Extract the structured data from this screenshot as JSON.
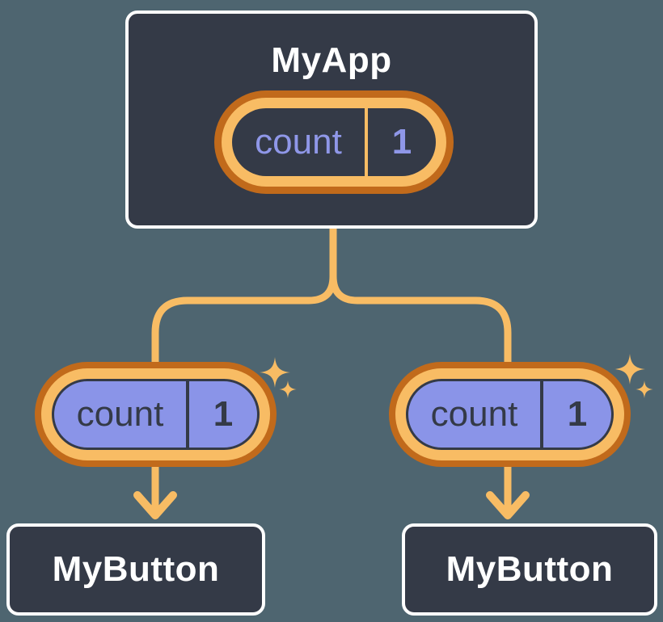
{
  "colors": {
    "page_bg": "#4e6570",
    "node_bg": "#343a47",
    "node_border": "#ffffff",
    "pill_fill": "#8a94e8",
    "ring_outer": "#c16a1b",
    "ring_inner": "#f8bc64",
    "connector": "#f8bc64",
    "text_light": "#ffffff",
    "text_dark": "#343a47",
    "text_lavender": "#8f97e8"
  },
  "icons": {
    "sparkle": "four-point-star",
    "arrow": "chevron-down-arrow"
  },
  "root_node": {
    "title": "MyApp",
    "state_pill": {
      "label": "count",
      "value": "1"
    }
  },
  "child_nodes": [
    {
      "title": "MyButton",
      "prop_pill": {
        "label": "count",
        "value": "1"
      }
    },
    {
      "title": "MyButton",
      "prop_pill": {
        "label": "count",
        "value": "1"
      }
    }
  ]
}
